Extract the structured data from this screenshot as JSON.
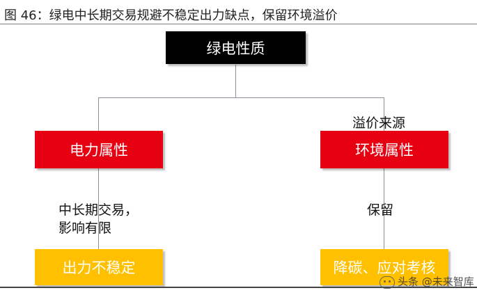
{
  "figure": {
    "caption": "图 46：绿电中长期交易规避不稳定出力缺点，保留环境溢价"
  },
  "nodes": {
    "root": {
      "label": "绿电性质",
      "color": "#000000",
      "text_color": "#ffffff"
    },
    "left": {
      "label": "电力属性",
      "color": "#e60012",
      "text_color": "#ffffff"
    },
    "right": {
      "label": "环境属性",
      "color": "#e60012",
      "text_color": "#ffffff"
    },
    "left_bottom": {
      "label": "出力不稳定",
      "color": "#ffc000",
      "text_color": "#ffffff"
    },
    "right_bottom": {
      "label": "降碳、应对考核",
      "color": "#ffc000",
      "text_color": "#ffffff"
    }
  },
  "edge_labels": {
    "right_upper": "溢价来源",
    "left_lower_line1": "中长期交易，",
    "left_lower_line2": "影响有限",
    "right_lower": "保留"
  },
  "watermark": {
    "text": "头条 @未来智库",
    "icon": "wechat-icon"
  }
}
